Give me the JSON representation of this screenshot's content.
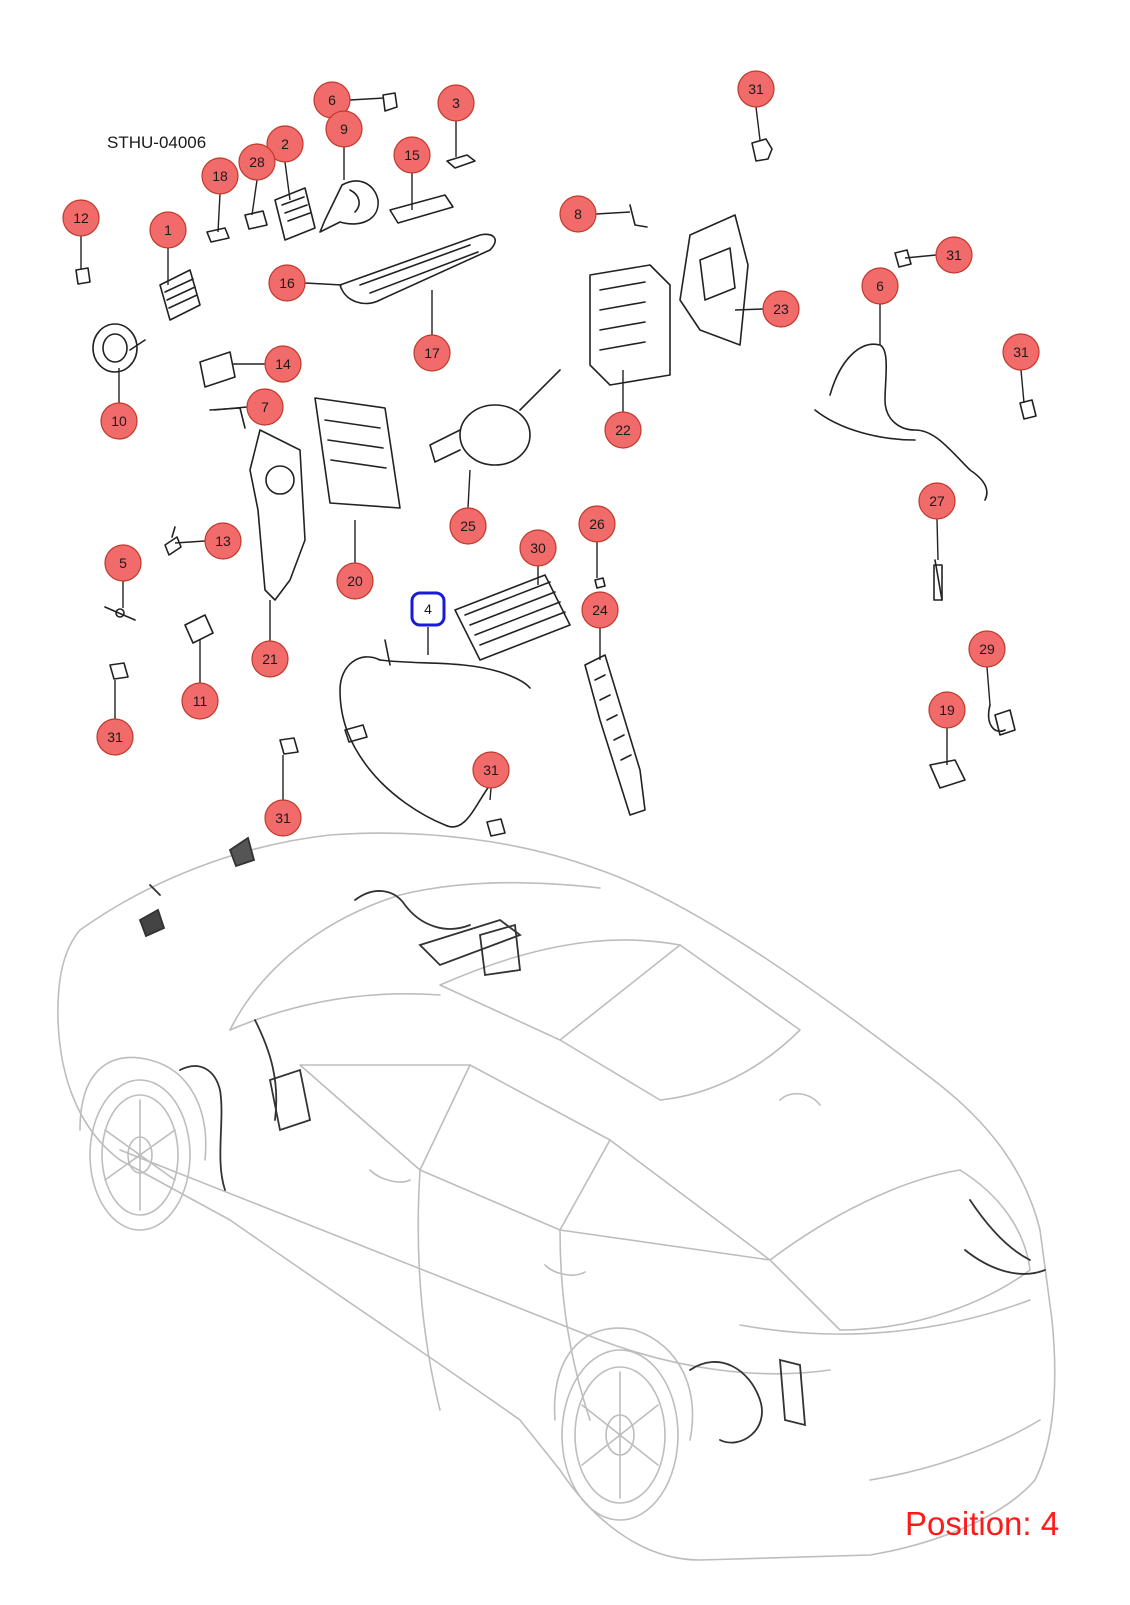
{
  "diagram": {
    "code": "STHU-04006",
    "position_label": "Position: 4",
    "selected": "4",
    "colors": {
      "callout_fill": "#f26b6b",
      "callout_stroke": "#c0392b",
      "selected_stroke": "#1a1adb",
      "line": "#222222",
      "car_outline": "#bdbdbd",
      "position_text": "#ff1a1a"
    },
    "callouts": [
      "31",
      "6",
      "3",
      "9",
      "2",
      "28",
      "15",
      "18",
      "12",
      "1",
      "8",
      "16",
      "17",
      "10",
      "14",
      "7",
      "22",
      "23",
      "31",
      "6",
      "31",
      "25",
      "20",
      "13",
      "5",
      "21",
      "11",
      "31",
      "31",
      "26",
      "30",
      "4",
      "24",
      "27",
      "29",
      "19",
      "31"
    ],
    "icons": [
      "horn-icon",
      "connector-icon",
      "sensor-icon",
      "control-module-icon",
      "wiring-harness-icon",
      "bracket-icon",
      "steering-switch-icon",
      "car-outline-icon"
    ]
  }
}
